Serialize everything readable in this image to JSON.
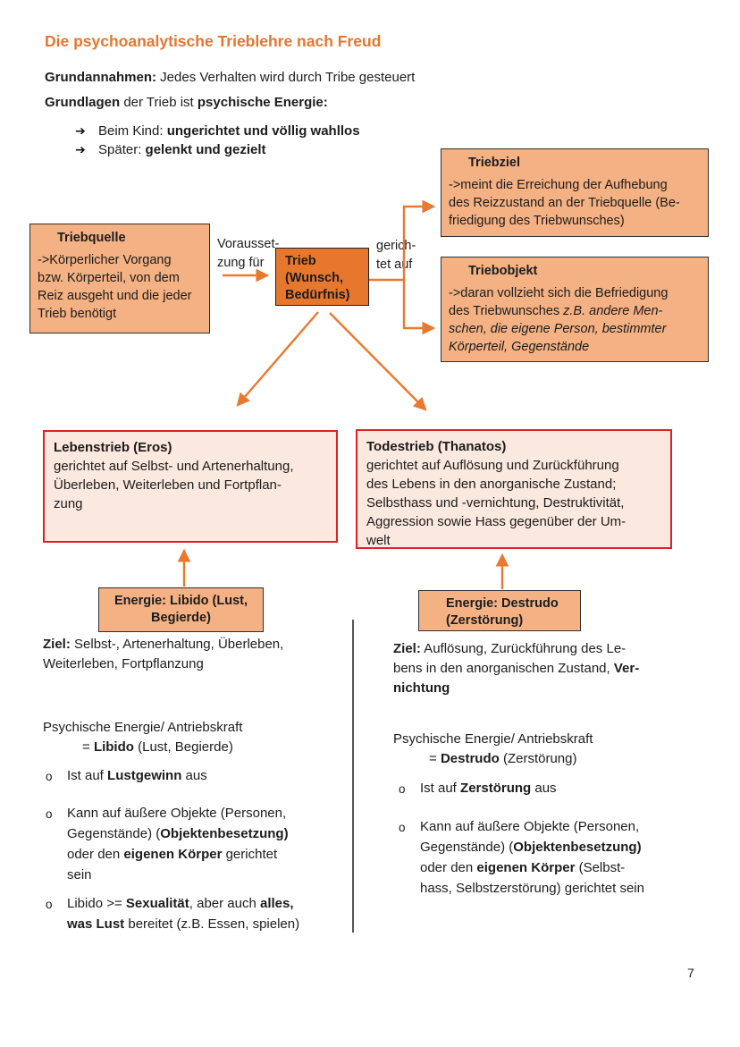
{
  "colors": {
    "accent_orange_title": "#E8752C",
    "box_orange_light": "#F4B183",
    "box_orange_dark": "#E8772E",
    "drive_box_fill": "#FBE8DE",
    "drive_box_border": "#DE2126",
    "arrow_orange": "#E8792F"
  },
  "page": {
    "number": "7"
  },
  "header": {
    "title": "Die psychoanalytische Trieblehre nach Freud",
    "grundannahmen": [
      {
        "b": "Grundannahmen:"
      },
      {
        "t": " Jedes Verhalten wird durch Tribe gesteuert"
      }
    ],
    "grundlagen": [
      {
        "b": "Grundlagen"
      },
      {
        "t": " der Trieb ist "
      },
      {
        "b": "psychische Energie:"
      }
    ],
    "arrow_bullets": [
      {
        "icon": "➔",
        "segments": [
          {
            "t": "Beim Kind: "
          },
          {
            "b": "ungerichtet und völlig wahllos"
          }
        ]
      },
      {
        "icon": "➔",
        "segments": [
          {
            "t": "Später: "
          },
          {
            "b": "gelenkt und gezielt"
          }
        ]
      }
    ]
  },
  "diagram": {
    "triebquelle": {
      "title": "Triebquelle",
      "body": "->Körperlicher Vorgang\nbzw. Körperteil, von dem\nReiz ausgeht und die jeder\nTrieb benötigt"
    },
    "voraussetzung_label": "Vorausset-\nzung für",
    "trieb_box": "Trieb\n(Wunsch,\nBedürfnis)",
    "gerichtet_label": "gerich-\ntet auf",
    "triebziel": {
      "title": "Triebziel",
      "body": "->meint die Erreichung der Aufhebung\ndes Reizzustand an der Triebquelle (Be-\nfriedigung des Triebwunsches)"
    },
    "triebobjekt": {
      "title": "Triebobjekt",
      "body": [
        {
          "t": "->daran vollzieht sich die Befriedigung\ndes Triebwunsches "
        },
        {
          "i": "z.B. andere Men-\nschen, die eigene Person, bestimmter\nKörperteil, Gegenstände"
        }
      ]
    }
  },
  "drives": {
    "lebenstrieb": {
      "title": "Lebenstrieb (Eros)",
      "body": "gerichtet auf Selbst- und Artenerhaltung,\nÜberleben, Weiterleben und Fortpflan-\nzung"
    },
    "todestrieb": {
      "title": "Todestrieb (Thanatos)",
      "body": "gerichtet auf Auflösung und Zurückführung\ndes Lebens in den anorganische Zustand;\nSelbsthass und -vernichtung, Destruktivität,\nAggression sowie Hass gegenüber der Um-\nwelt"
    },
    "energie_libido": "Energie: Libido (Lust,\nBegierde)",
    "energie_destrudo": "Energie: Destrudo\n(Zerstörung)",
    "ziel_left": [
      {
        "b": "Ziel:"
      },
      {
        "t": " Selbst-, Artenerhaltung, Überleben,\nWeiterleben, Fortpflanzung"
      }
    ],
    "ziel_right": [
      {
        "b": "Ziel:"
      },
      {
        "t": " Auflösung, Zurückführung des Le-\nbens in den anorganischen Zustand, "
      },
      {
        "b": "Ver-\nnichtung"
      }
    ]
  },
  "lists": {
    "left": {
      "intro_line1": "Psychische Energie/ Antriebskraft",
      "intro_line2": [
        {
          "t": "= "
        },
        {
          "b": "Libido"
        },
        {
          "t": " (Lust, Begierde)"
        }
      ],
      "marker": "o",
      "bullets": [
        [
          {
            "t": "Ist auf "
          },
          {
            "b": "Lustgewinn"
          },
          {
            "t": " aus"
          }
        ],
        [
          {
            "t": "Kann auf äußere Objekte (Personen,\nGegenstände) ("
          },
          {
            "b": "Objektenbesetzung)"
          },
          {
            "t": "\noder den "
          },
          {
            "b": "eigenen Körper"
          },
          {
            "t": " gerichtet\nsein"
          }
        ],
        [
          {
            "t": "Libido >= "
          },
          {
            "b": "Sexualität"
          },
          {
            "t": ", aber auch "
          },
          {
            "b": "alles,\nwas Lust"
          },
          {
            "t": " bereitet (z.B. Essen, spielen)"
          }
        ]
      ]
    },
    "right": {
      "intro_line1": "Psychische Energie/ Antriebskraft",
      "intro_line2": [
        {
          "t": "= "
        },
        {
          "b": "Destrudo"
        },
        {
          "t": " (Zerstörung)"
        }
      ],
      "marker": "o",
      "bullets": [
        [
          {
            "t": "Ist auf "
          },
          {
            "b": "Zerstörung"
          },
          {
            "t": " aus"
          }
        ],
        [
          {
            "t": "Kann auf äußere Objekte (Personen,\nGegenstände) ("
          },
          {
            "b": "Objektenbesetzung)"
          },
          {
            "t": "\noder den "
          },
          {
            "b": "eigenen Körper"
          },
          {
            "t": " (Selbst-\nhass, Selbstzerstörung) gerichtet sein"
          }
        ]
      ]
    }
  }
}
